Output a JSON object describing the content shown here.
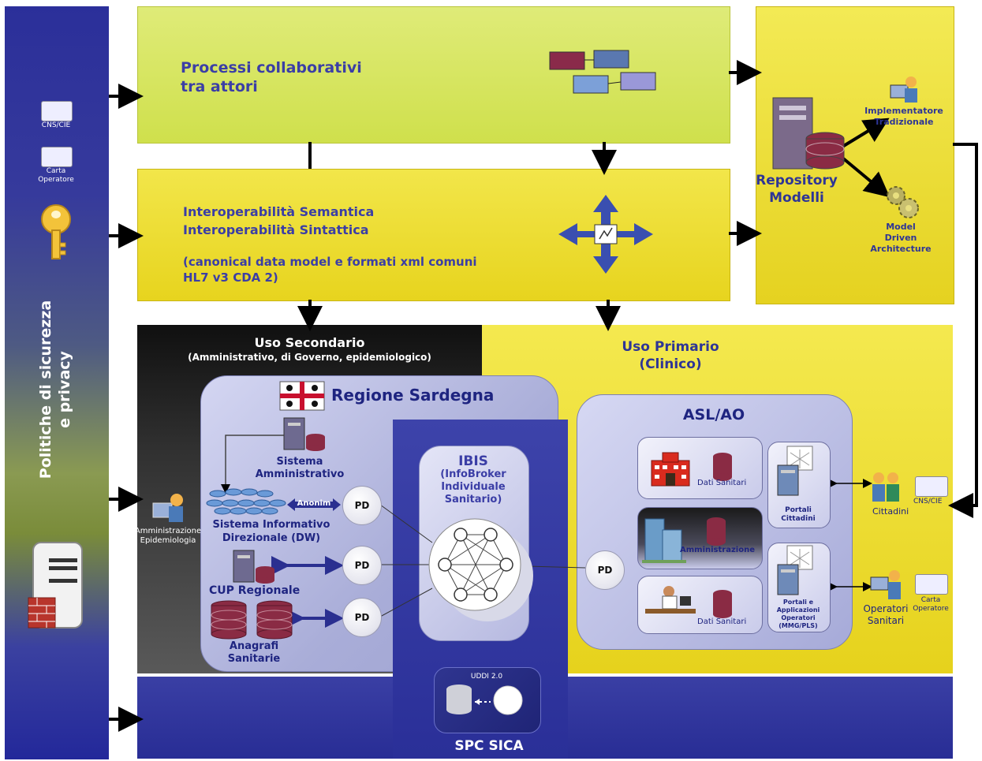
{
  "left": {
    "cns_label": "CNS/CIE",
    "carta_label_1": "Carta",
    "carta_label_2": "Operatore",
    "policy_line1": "Politiche di sicurezza",
    "policy_line2": "e privacy"
  },
  "top": {
    "title_line1": "Processi collaborativi",
    "title_line2": "tra attori"
  },
  "mid": {
    "line1": "Interoperabilità Semantica",
    "line2": "Interoperabilità Sintattica",
    "line3": "(canonical data model e formati xml comuni",
    "line4": "HL7 v3 CDA 2)"
  },
  "repo": {
    "title_line1": "Repository",
    "title_line2": "Modelli",
    "impl_line1": "Implementatore",
    "impl_line2": "Tradizionale",
    "mda_line1": "Model",
    "mda_line2": "Driven",
    "mda_line3": "Architecture"
  },
  "secondary": {
    "title": "Uso Secondario",
    "subtitle": "(Amministrativo, di Governo, epidemiologico)",
    "admin_epi_1": "Amministrazione",
    "admin_epi_2": "Epidemiologia"
  },
  "primary": {
    "title_line1": "Uso Primario",
    "title_line2": "(Clinico)"
  },
  "region": {
    "title": "Regione Sardegna",
    "sys_admin_1": "Sistema",
    "sys_admin_2": "Amministrativo",
    "anonim": "Anonim",
    "dw_1": "Sistema Informativo",
    "dw_2": "Direzionale (DW)",
    "cup": "CUP Regionale",
    "anag_1": "Anagrafi",
    "anag_2": "Sanitarie",
    "pd": "PD"
  },
  "ibis": {
    "title": "IBIS",
    "line1": "(InfoBroker",
    "line2": "Individuale",
    "line3": "Sanitario)"
  },
  "asl": {
    "title": "ASL/AO",
    "dati_sanitari": "Dati Sanitari",
    "amministrazione": "Amministrazione",
    "portali_1": "Portali",
    "portali_2": "Cittadini",
    "app_1": "Portali e",
    "app_2": "Applicazioni",
    "app_3": "Operatori",
    "app_4": "(MMG/PLS)",
    "cittadini": "Cittadini",
    "operatori_1": "Operatori",
    "operatori_2": "Sanitari",
    "cns": "CNS/CIE",
    "carta_1": "Carta",
    "carta_2": "Operatore"
  },
  "spc": {
    "uddi": "UDDI 2.0",
    "title": "SPC SICA"
  }
}
